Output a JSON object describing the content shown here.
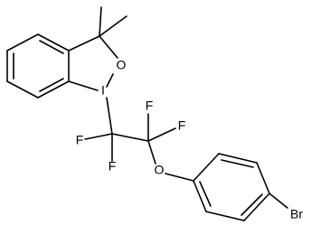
{
  "atoms": {
    "iodine": "I",
    "oxygen_ring": "O",
    "fluorine_a": "F",
    "fluorine_b": "F",
    "fluorine_c": "F",
    "fluorine_d": "F",
    "oxygen_ether": "O",
    "bromine": "Br"
  }
}
